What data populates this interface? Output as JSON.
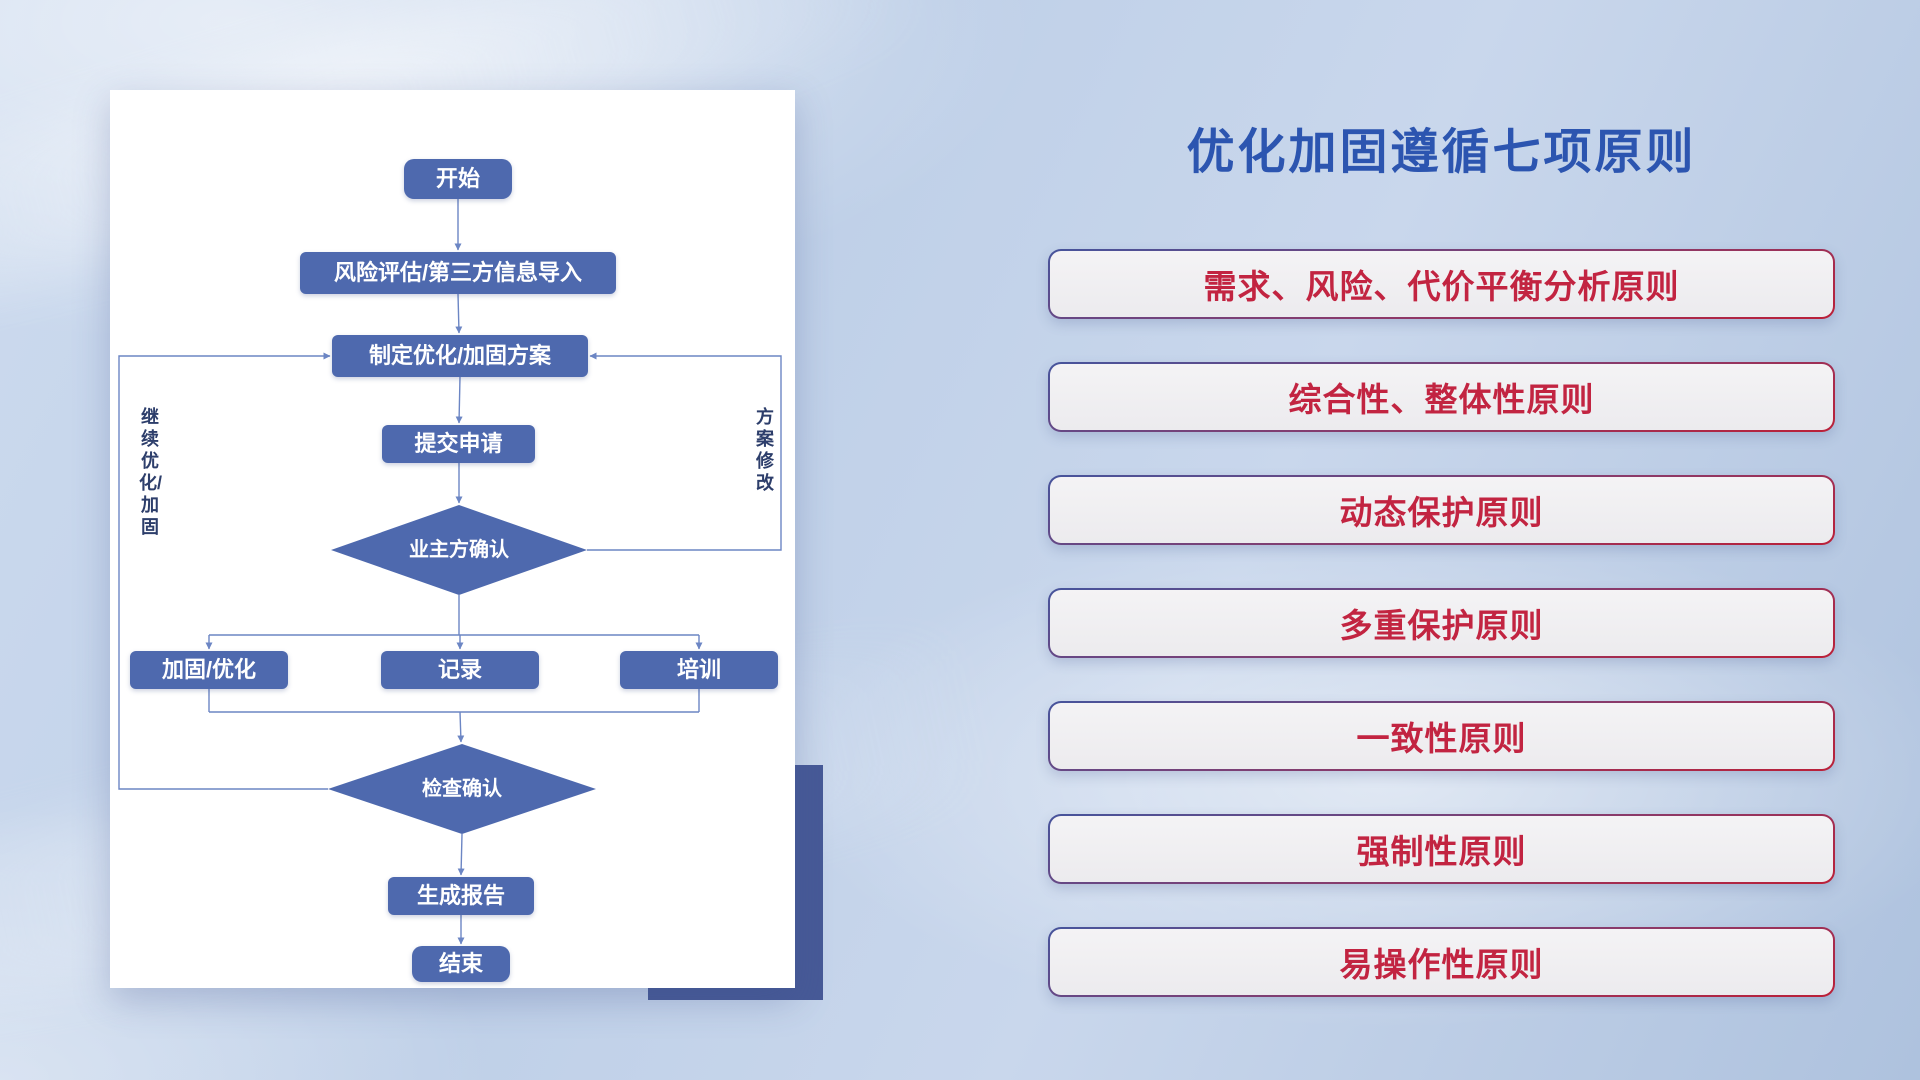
{
  "slide": {
    "title": "优化加固遵循七项原则"
  },
  "flowchart": {
    "nodes": {
      "start": "开始",
      "risk_import": "风险评估/第三方信息导入",
      "make_plan": "制定优化/加固方案",
      "submit": "提交申请",
      "owner_confirm": "业主方确认",
      "reinforce": "加固/优化",
      "record": "记录",
      "training": "培训",
      "check_confirm": "检查确认",
      "report": "生成报告",
      "end": "结束"
    },
    "loop_labels": {
      "continue_optimize": "继续优化/加固",
      "plan_revision": "方案修改"
    }
  },
  "principles": {
    "items": [
      "需求、风险、代价平衡分析原则",
      "综合性、整体性原则",
      "动态保护原则",
      "多重保护原则",
      "一致性原则",
      "强制性原则",
      "易操作性原则"
    ]
  },
  "colors": {
    "flow_node": "#4e69ae",
    "flow_line": "#6c86c4",
    "title_blue": "#2c55b0",
    "principle_red": "#c22441",
    "accent_navy": "#475a97"
  }
}
